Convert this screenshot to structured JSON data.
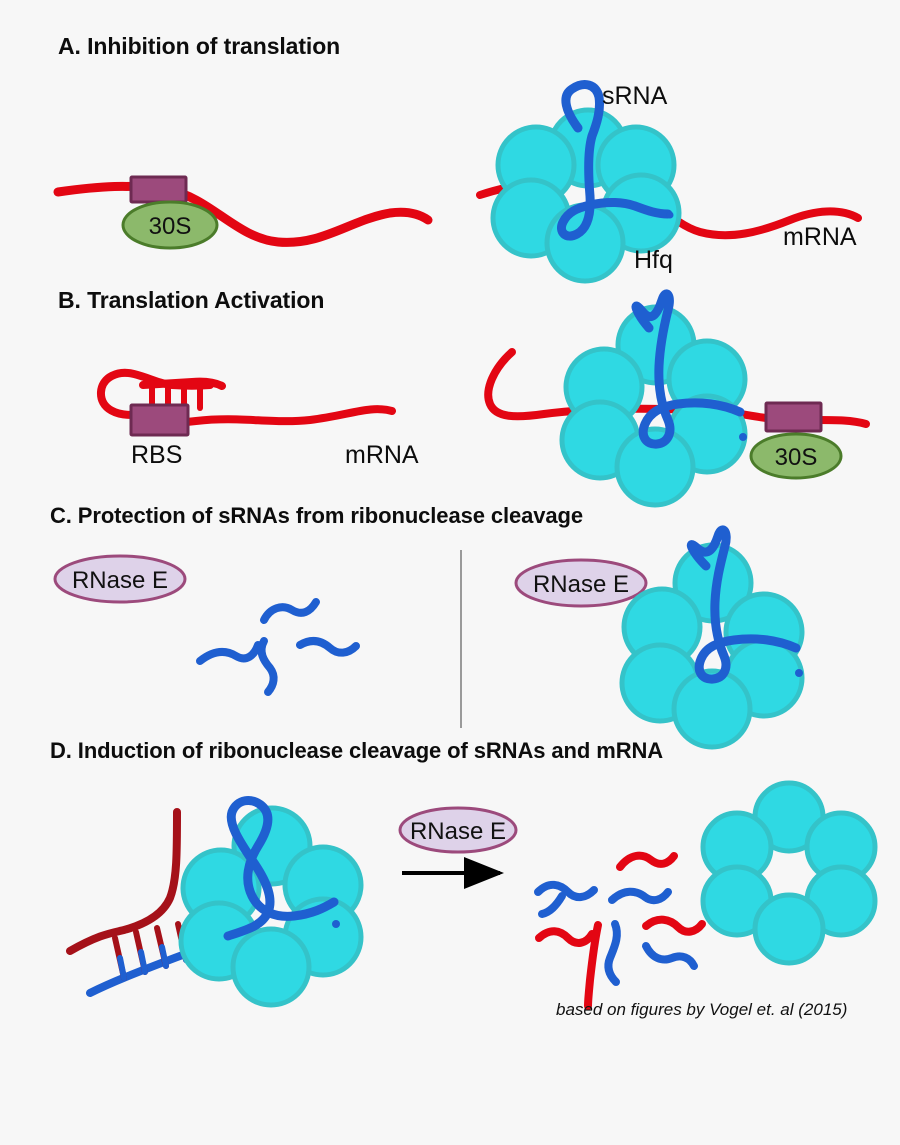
{
  "figure": {
    "background_color": "#f7f7f7",
    "caption": "based on figures by Vogel et. al (2015)"
  },
  "colors": {
    "mrna_red": "#e30613",
    "mrna_dark_red": "#a51119",
    "srna_blue": "#1f5fd0",
    "hfq_fill": "#2fd9e3",
    "hfq_stroke": "#34c3c9",
    "rbs_fill": "#9c4a7c",
    "rbs_stroke": "#6e2a52",
    "ribosome_fill": "#8cb96b",
    "ribosome_stroke": "#4b7c2a",
    "rnase_fill": "#ded2e9",
    "rnase_stroke": "#9c4a7c",
    "arrow_black": "#000000",
    "divider_gray": "#9a9a9a"
  },
  "panels": [
    {
      "id": "A",
      "heading": "A.   Inhibition of translation",
      "labels": {
        "ribosome": "30S",
        "srna": "sRNA",
        "hfq": "Hfq",
        "mrna": "mRNA"
      }
    },
    {
      "id": "B",
      "heading": "B. Translation Activation",
      "labels": {
        "rbs": "RBS",
        "mrna": "mRNA",
        "ribosome": "30S"
      }
    },
    {
      "id": "C",
      "heading": "C. Protection of sRNAs from ribonuclease cleavage",
      "labels": {
        "rnase_left": "RNase E",
        "rnase_right": "RNase E"
      },
      "free_srna_fragment_count": 4
    },
    {
      "id": "D",
      "heading": "D. Induction of ribonuclease cleavage of sRNAs and mRNA",
      "labels": {
        "rnase": "RNase E"
      },
      "fragment_counts": {
        "srna_blue": 5,
        "mrna_red": 4
      }
    }
  ]
}
